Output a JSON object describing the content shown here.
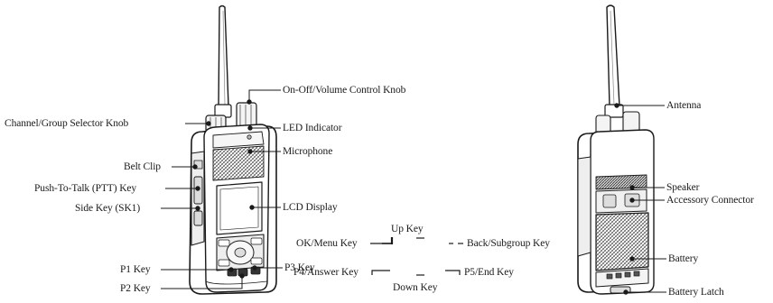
{
  "labels": {
    "on_off_volume_knob": "On-Off/Volume Control Knob",
    "channel_group_selector": "Channel/Group Selector Knob",
    "led_indicator": "LED Indicator",
    "microphone": "Microphone",
    "belt_clip": "Belt Clip",
    "ptt_key": "Push-To-Talk (PTT) Key",
    "side_key": "Side Key (SK1)",
    "lcd_display": "LCD Display",
    "ok_menu_key": "OK/Menu Key",
    "up_key": "Up Key",
    "back_subgroup_key": "Back/Subgroup Key",
    "p4_answer_key": "P4/Answer Key",
    "p5_end_key": "P5/End Key",
    "down_key": "Down Key",
    "p1_key": "P1 Key",
    "p3_key": "P3 Key",
    "p2_key": "P2 Key",
    "antenna": "Antenna",
    "speaker": "Speaker",
    "accessory_connector": "Accessory Connector",
    "battery": "Battery",
    "battery_latch": "Battery Latch"
  }
}
